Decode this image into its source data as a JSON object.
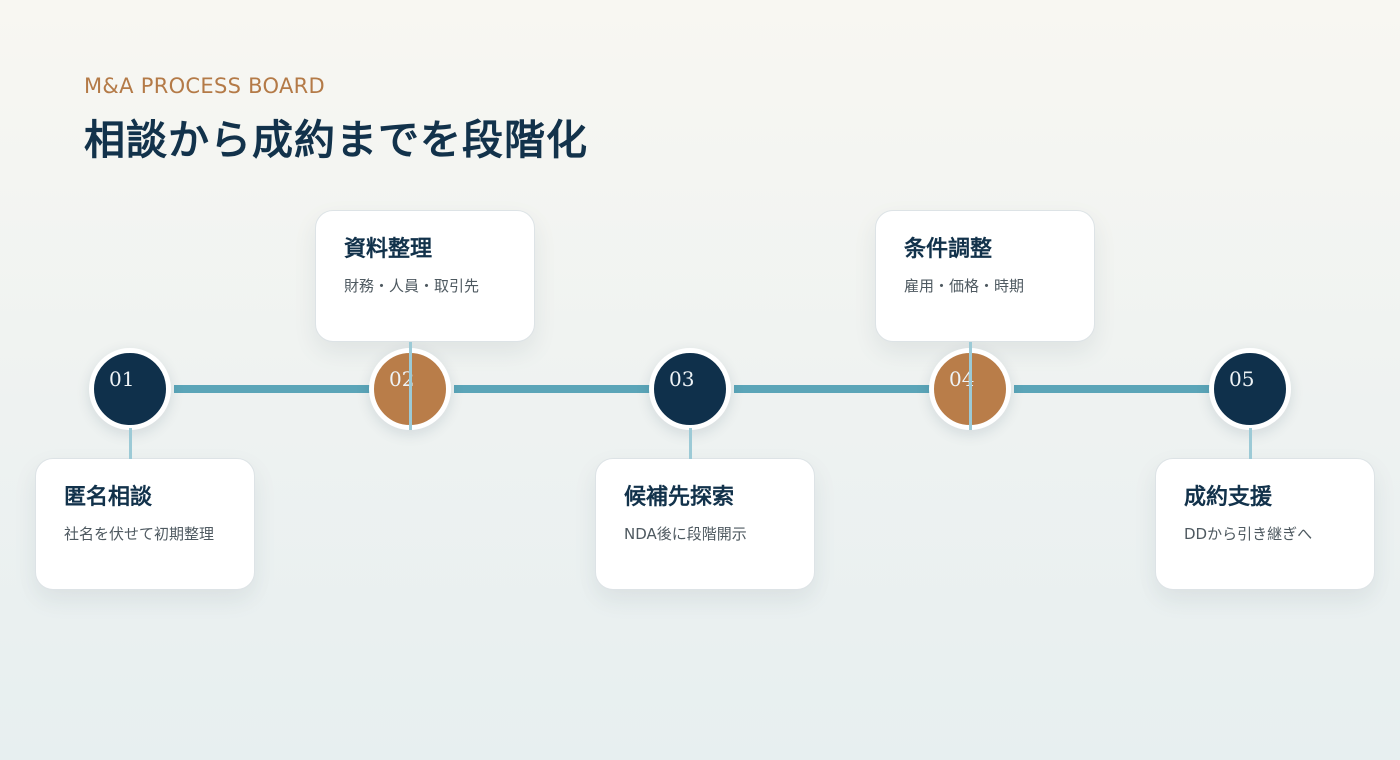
{
  "header": {
    "eyebrow": "M&A PROCESS BOARD",
    "title": "相談から成約までを段階化"
  },
  "steps": [
    {
      "number": "01",
      "title": "匿名相談",
      "desc": "社名を伏せて初期整理"
    },
    {
      "number": "02",
      "title": "資料整理",
      "desc": "財務・人員・取引先"
    },
    {
      "number": "03",
      "title": "候補先探索",
      "desc": "NDA後に段階開示"
    },
    {
      "number": "04",
      "title": "条件調整",
      "desc": "雇用・価格・時期"
    },
    {
      "number": "05",
      "title": "成約支援",
      "desc": "DDから引き継ぎへ"
    }
  ],
  "colors": {
    "navy": "#0f304b",
    "copper": "#b97d49",
    "track": "#5ba5b8",
    "eyebrow": "#b47a47"
  }
}
